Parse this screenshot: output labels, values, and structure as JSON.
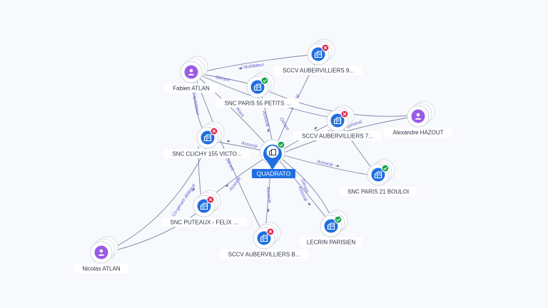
{
  "nodes": {
    "quadrato": {
      "label": "QUADRATO",
      "kind": "center"
    },
    "fabien": {
      "label": "Fabien ATLAN",
      "kind": "person"
    },
    "alexandre": {
      "label": "Alexandre HAZOUT",
      "kind": "person"
    },
    "nicolas": {
      "label": "Nicolas ATLAN",
      "kind": "person"
    },
    "sccv_aub9": {
      "label": "SCCV AUBERVILLIERS 9...",
      "kind": "company",
      "status": "inactive"
    },
    "snc_paris55": {
      "label": "SNC PARIS 55 PETITS ...",
      "kind": "company",
      "status": "active"
    },
    "sccv_aub7": {
      "label": "SCCV AUBERVILLIERS 7...",
      "kind": "company",
      "status": "inactive"
    },
    "snc_clichy": {
      "label": "SNC CLICHY 155 VICTO...",
      "kind": "company",
      "status": "inactive"
    },
    "snc_paris21": {
      "label": "SNC PARIS 21 BOULOI",
      "kind": "company",
      "status": "active"
    },
    "snc_puteaux": {
      "label": "SNC PUTEAUX - FELIX ...",
      "kind": "company",
      "status": "inactive"
    },
    "sccv_aubB": {
      "label": "SCCV AUBERVILLIERS B...",
      "kind": "company",
      "status": "inactive"
    },
    "lecrin": {
      "label": "LECRIN PARISIEN",
      "kind": "company",
      "status": "active"
    }
  },
  "edge_labels": {
    "liquidateur_top": "Liquidateur",
    "gerant_fabien_paris55": "Gérant",
    "liquidateur_fabien_clichy": "Liquidateur",
    "gerant_fabien_quadrato": "Gérant",
    "associe_paris55": "Associé",
    "gerant_aub7": "Gérant",
    "associe_aub9": "Associé",
    "directeur_alexandre": "Directeur général",
    "associe_clichy": "Associé",
    "associe_paris21": "Associé",
    "gerant_puteaux": "Gérant",
    "associe_puteaux": "Associé",
    "cogerant_nicolas": "Co-gérant délégué",
    "associe_aubB": "Associé",
    "gerant_lecrin": "Gérant",
    "associe_lecrin": "Associé"
  },
  "colors": {
    "company": "#1f6fe0",
    "person": "#9a5ce6",
    "active_badge": "#17a34a",
    "inactive_badge": "#e0244a",
    "edge": "#7b86a8",
    "edge_label": "#6a5acd"
  },
  "icons": {
    "company": "building-icon",
    "person": "person-icon",
    "active": "check-badge-icon",
    "inactive": "cross-badge-icon"
  }
}
